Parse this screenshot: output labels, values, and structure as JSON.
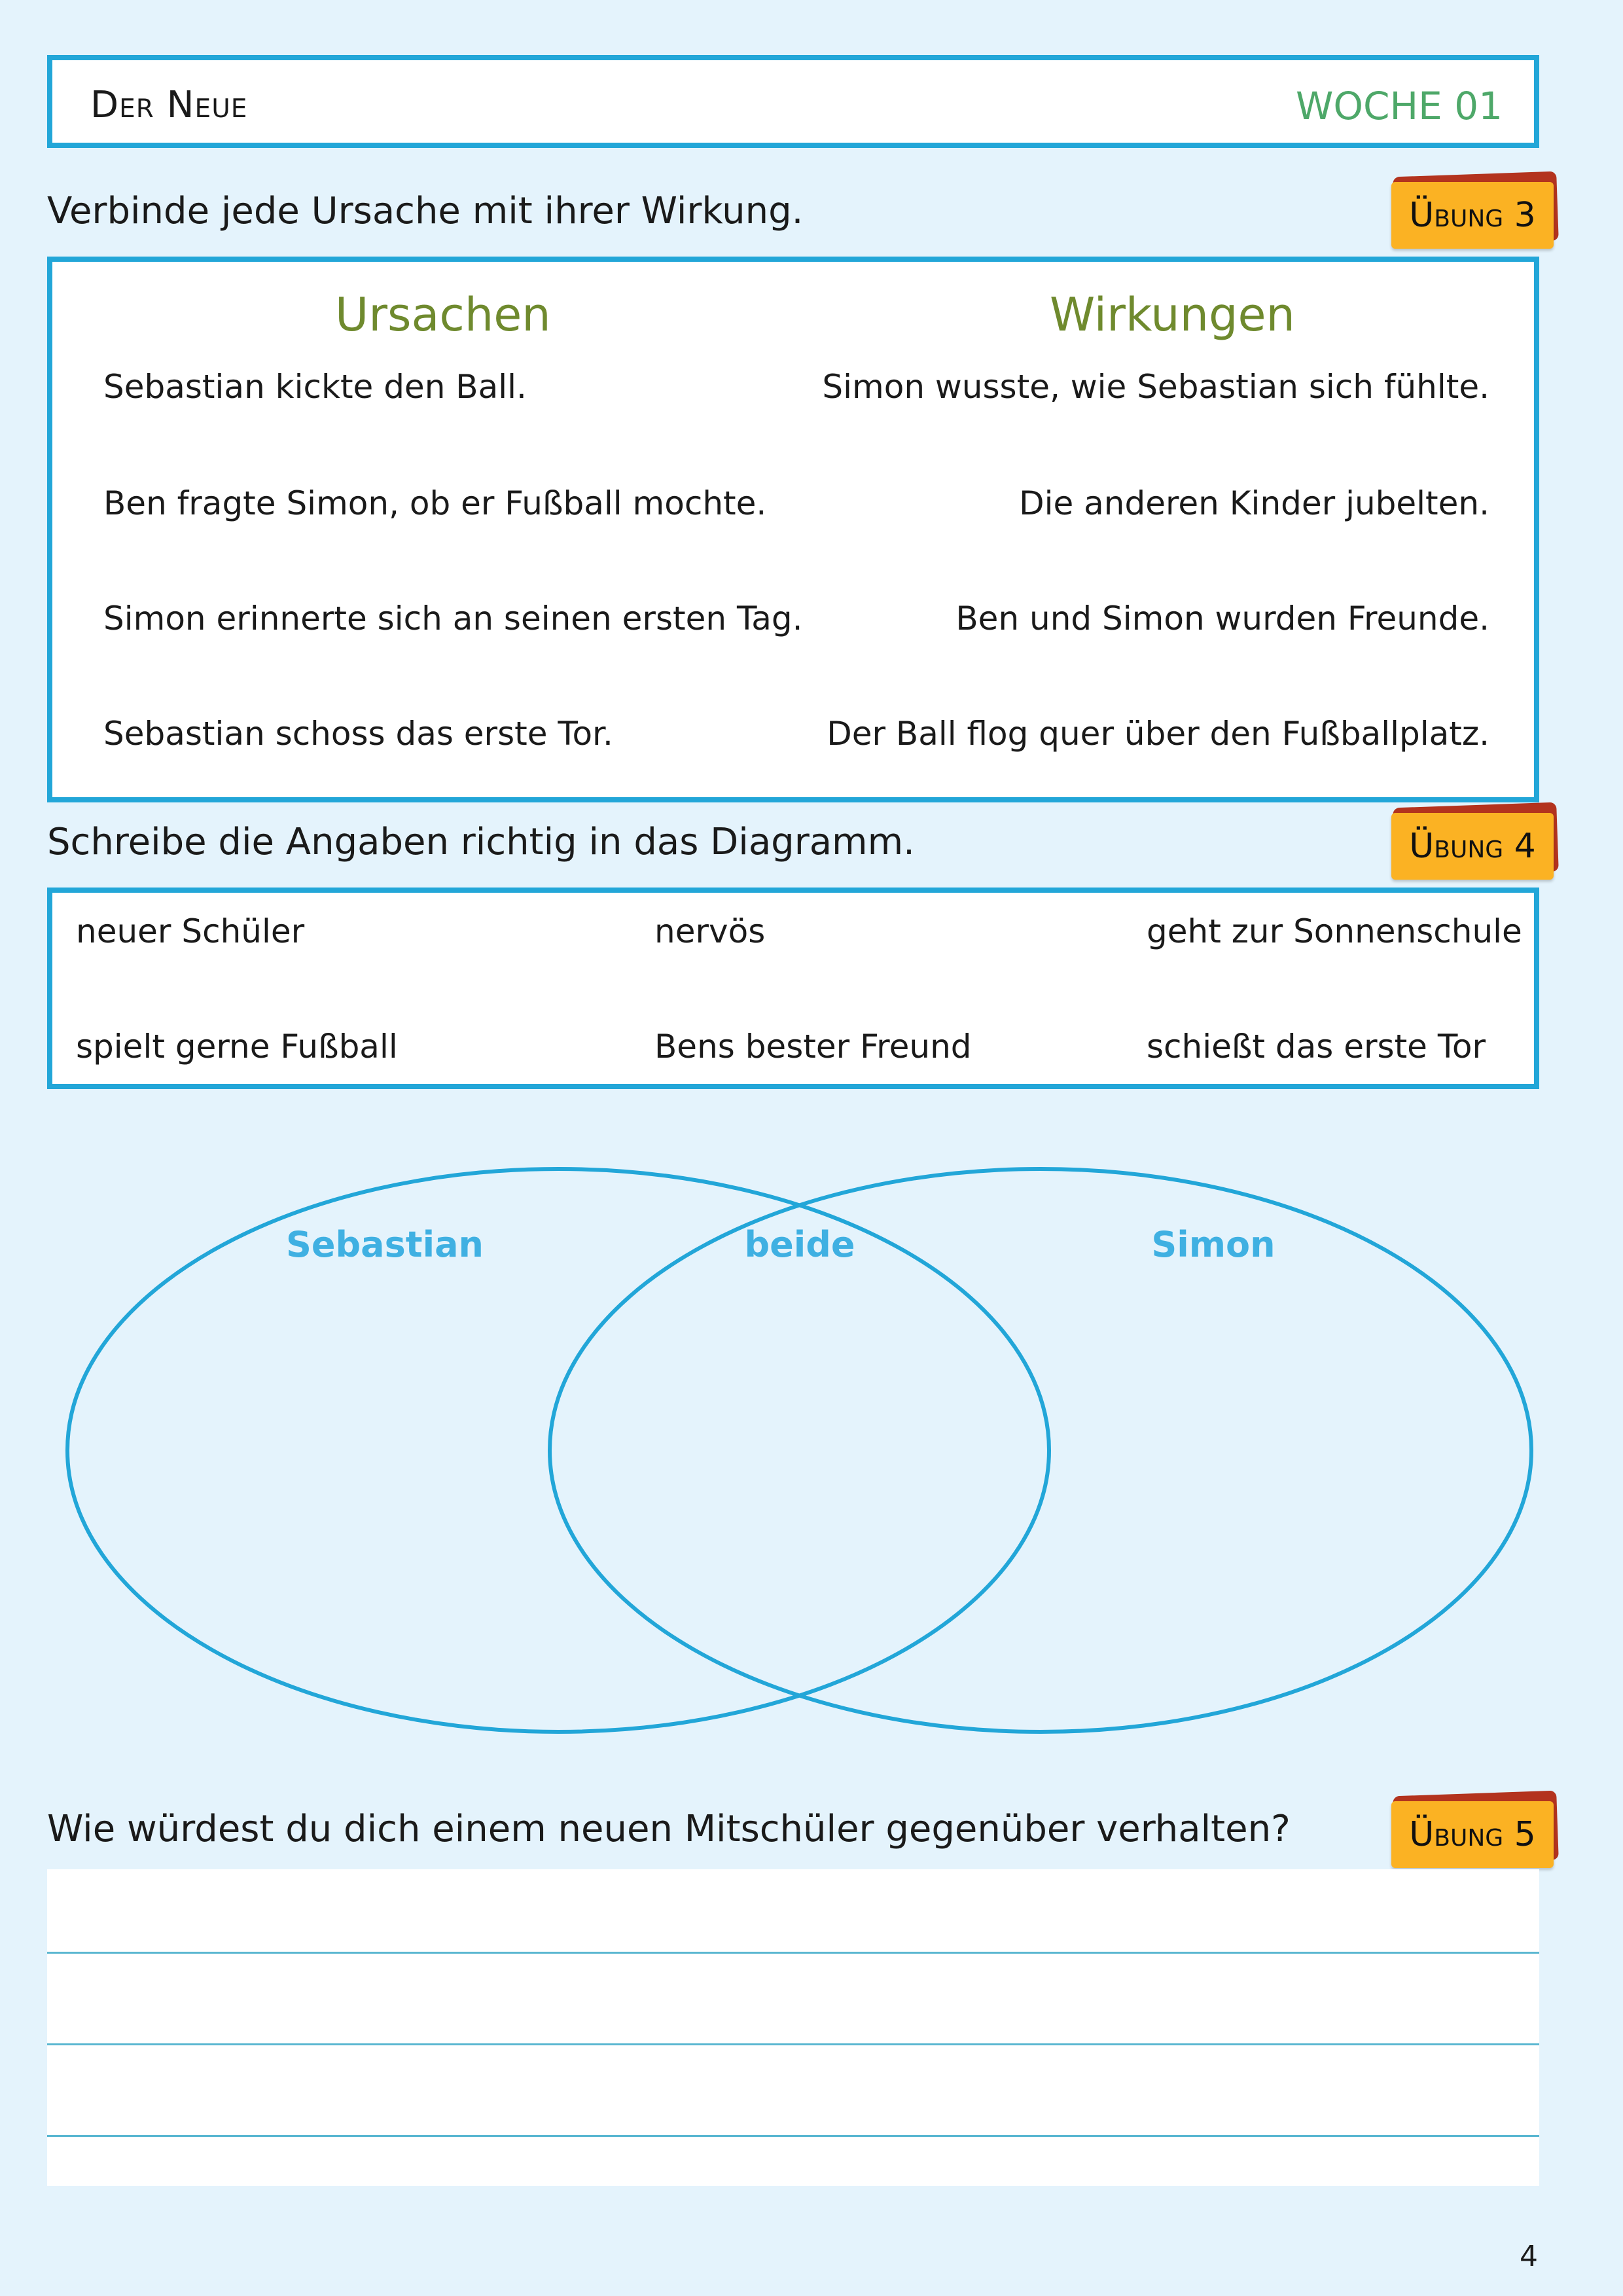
{
  "header": {
    "title": "Der Neue",
    "week": "WOCHE 01"
  },
  "exercise3": {
    "instruction": "Verbinde jede Ursache mit ihrer Wirkung.",
    "badge": "Übung 3",
    "causes_heading": "Ursachen",
    "effects_heading": "Wirkungen",
    "causes": [
      "Sebastian kickte den Ball.",
      "Ben fragte Simon, ob er Fußball mochte.",
      "Simon erinnerte sich an seinen ersten Tag.",
      "Sebastian schoss das erste Tor."
    ],
    "effects": [
      "Simon wusste, wie Sebastian sich fühlte.",
      "Die anderen Kinder jubelten.",
      "Ben und Simon wurden Freunde.",
      "Der Ball flog quer über den Fußballplatz."
    ]
  },
  "exercise4": {
    "instruction": "Schreibe die Angaben richtig in das Diagramm.",
    "badge": "Übung 4",
    "words": [
      "neuer Schüler",
      "nervös",
      "geht zur Sonnenschule",
      "spielt gerne Fußball",
      "Bens bester Freund",
      "schießt das erste Tor"
    ],
    "venn": {
      "left_label": "Sebastian",
      "middle_label": "beide",
      "right_label": "Simon"
    }
  },
  "exercise5": {
    "instruction": "Wie würdest du dich einem neuen Mitschüler gegenüber verhalten?",
    "badge": "Übung 5"
  },
  "page_number": "4",
  "colors": {
    "frame": "#22a6d8",
    "badge": "#fbb223",
    "badge_shadow": "#b3331e",
    "heading_green": "#6f8a2e",
    "week_green": "#4ea869",
    "venn_label": "#3fb0e2"
  }
}
